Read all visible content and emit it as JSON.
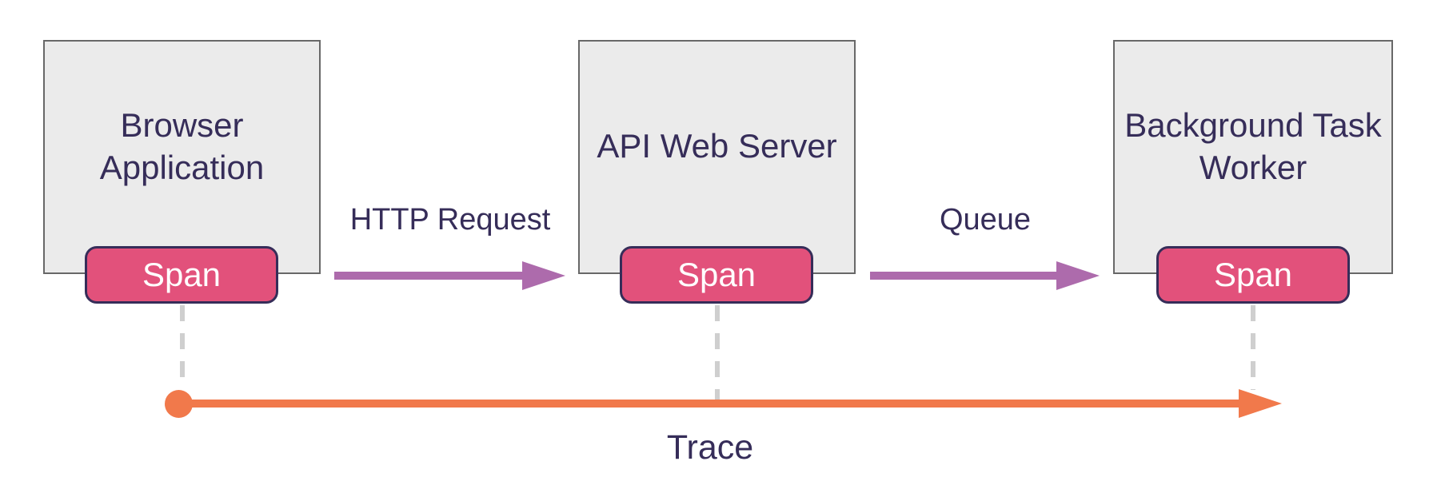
{
  "diagram": {
    "type": "distributed-tracing-flow",
    "nodes": [
      {
        "label": "Browser Application",
        "span": "Span"
      },
      {
        "label": "API Web Server",
        "span": "Span"
      },
      {
        "label": "Background Task Worker",
        "span": "Span"
      }
    ],
    "edges": [
      {
        "label": "HTTP Request",
        "from": "Browser Application",
        "to": "API Web Server"
      },
      {
        "label": "Queue",
        "from": "API Web Server",
        "to": "Background Task Worker"
      }
    ],
    "timeline": {
      "label": "Trace"
    }
  },
  "colors": {
    "background": "#ffffff",
    "box_fill": "#ebebeb",
    "box_border": "#686868",
    "text": "#362d59",
    "span_fill": "#e2517b",
    "span_border": "#362d59",
    "span_text": "#ffffff",
    "arrow": "#ad6bac",
    "trace": "#f1794b",
    "dash": "#cfcfcf"
  }
}
